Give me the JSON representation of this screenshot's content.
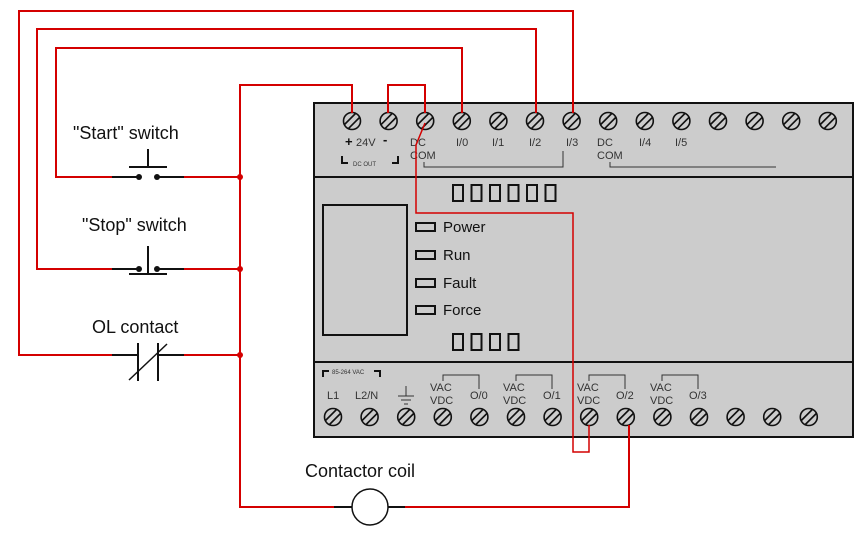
{
  "diagram": {
    "title": "PLC wiring diagram with Start/Stop switches, OL contact and contactor coil",
    "colors": {
      "wire": "#d40000",
      "plc_body": "#cccccc",
      "outline": "#111111"
    },
    "field_devices": [
      {
        "id": "start",
        "label": "\"Start\" switch",
        "symbol": "pushbutton-normally-open",
        "connects_to": "I/0"
      },
      {
        "id": "stop",
        "label": "\"Stop\" switch",
        "symbol": "pushbutton-normally-closed",
        "connects_to": "I/2"
      },
      {
        "id": "ol",
        "label": "OL contact",
        "symbol": "contact-normally-closed",
        "connects_to": "I/3"
      },
      {
        "id": "coil",
        "label": "Contactor coil",
        "symbol": "coil",
        "connects_to": "O/2"
      }
    ],
    "plc": {
      "top_terminals": [
        {
          "label": "+",
          "group": "24V"
        },
        {
          "label": "-",
          "group": "24V"
        },
        {
          "label": "DC COM"
        },
        {
          "label": "I/0"
        },
        {
          "label": "I/1"
        },
        {
          "label": "I/2"
        },
        {
          "label": "I/3"
        },
        {
          "label": "DC COM"
        },
        {
          "label": "I/4"
        },
        {
          "label": "I/5"
        },
        {
          "label": ""
        },
        {
          "label": ""
        },
        {
          "label": ""
        },
        {
          "label": ""
        }
      ],
      "top_labels": {
        "plus": "+",
        "minus": "-",
        "v24": "24V",
        "dc_out": "DC OUT",
        "dc1": "DC",
        "com1": "COM",
        "i0": "I/0",
        "i1": "I/1",
        "i2": "I/2",
        "i3": "I/3",
        "dc2": "DC",
        "com2": "COM",
        "i4": "I/4",
        "i5": "I/5"
      },
      "indicators": [
        {
          "label": "Power"
        },
        {
          "label": "Run"
        },
        {
          "label": "Fault"
        },
        {
          "label": "Force"
        }
      ],
      "input_leds_count": 6,
      "output_leds_count": 4,
      "bottom_labels": {
        "supply": "85-264 VAC",
        "l1": "L1",
        "l2n": "L2/N",
        "vac0": "VAC",
        "vdc0": "VDC",
        "o0": "O/0",
        "vac1": "VAC",
        "vdc1": "VDC",
        "o1": "O/1",
        "vac2": "VAC",
        "vdc2": "VDC",
        "o2": "O/2",
        "vac3": "VAC",
        "vdc3": "VDC",
        "o3": "O/3"
      },
      "bottom_terminals": [
        "L1",
        "L2/N",
        "ground",
        "VAC/VDC",
        "O/0",
        "VAC/VDC",
        "O/1",
        "VAC/VDC",
        "O/2",
        "VAC/VDC",
        "O/3",
        "",
        "",
        ""
      ]
    }
  }
}
